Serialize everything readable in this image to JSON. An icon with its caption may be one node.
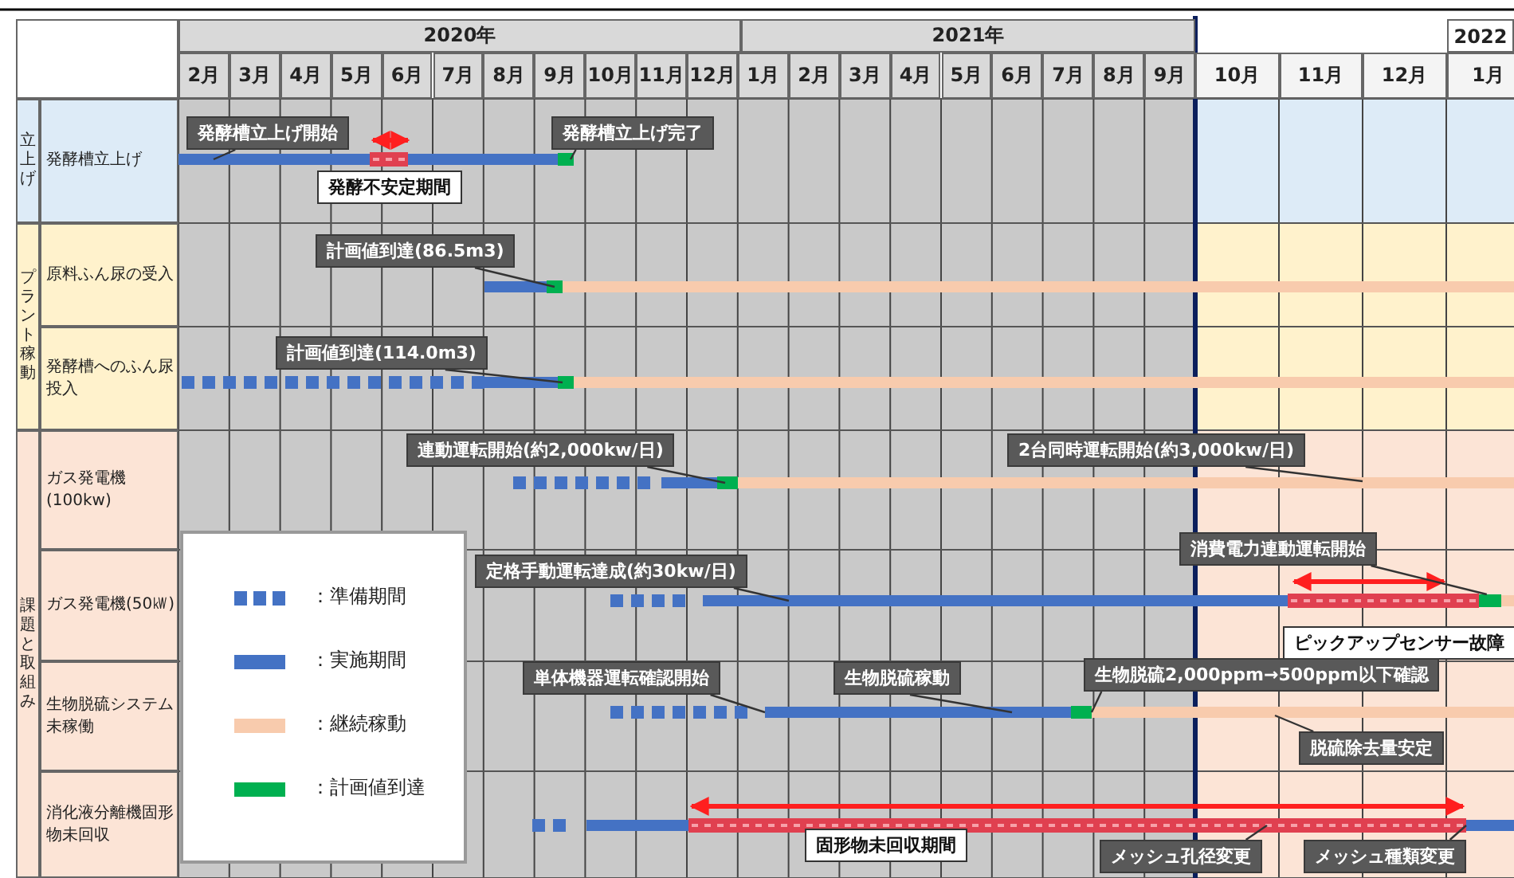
{
  "diagram": {
    "nodes": [
      {
        "text": [
          "発酵槽立上げ開始"
        ]
      },
      {
        "text": [
          "発酵槽立上げ完了"
        ]
      },
      {
        "text": [
          "発酵不安定期間"
        ]
      },
      {
        "text": [
          "計画値到達(86.5m3)"
        ]
      },
      {
        "text": [
          "計画値到達(114.0m3)"
        ]
      },
      {
        "text": [
          "連動運転開始(約2,000kw/日)"
        ]
      },
      {
        "text": [
          "2台同時運転開始(約3,000kw/日)"
        ]
      },
      {
        "text": [
          "定格手動運転達成(約30kw/日)"
        ]
      },
      {
        "text": [
          "消費電力連動運転開始"
        ]
      },
      {
        "text": [
          "ピックアップセンサー故障"
        ]
      },
      {
        "text": [
          "単体機器運転確認開始"
        ]
      },
      {
        "text": [
          "生物脱硫稼動"
        ]
      },
      {
        "text": [
          "生物脱硫2,000ppm→500ppm以下確認"
        ]
      },
      {
        "text": [
          "脱硫除去量安定"
        ]
      },
      {
        "text": [
          "固形物未回収期間"
        ]
      },
      {
        "text": [
          "メッシュ孔径変更"
        ]
      },
      {
        "text": [
          "メッシュ種類変更"
        ]
      },
      {
        "text": [],
        "shape": "bar"
      }
    ],
    "edges": [
      {
        "from": 0,
        "to": null,
        "arrow": "none"
      },
      {
        "from": 1,
        "to": null,
        "arrow": "none"
      },
      {
        "from": 3,
        "to": null,
        "arrow": "none"
      },
      {
        "from": 4,
        "to": null,
        "arrow": "none"
      },
      {
        "from": 5,
        "to": null,
        "arrow": "none"
      },
      {
        "from": 6,
        "to": null,
        "arrow": "none"
      },
      {
        "from": 7,
        "to": null,
        "arrow": "none"
      },
      {
        "from": 8,
        "to": 17,
        "arrow": "none"
      },
      {
        "from": 10,
        "to": null,
        "arrow": "none"
      },
      {
        "from": 11,
        "to": null,
        "arrow": "none"
      },
      {
        "from": 12,
        "to": null,
        "arrow": "none"
      },
      {
        "from": 13,
        "to": null,
        "arrow": "none"
      },
      {
        "from": 15,
        "to": null,
        "arrow": "none"
      },
      {
        "from": 16,
        "to": null,
        "arrow": "none"
      }
    ],
    "labels": [
      "2020年",
      "2021年",
      "2022",
      "2月",
      "3月",
      "4月",
      "5月",
      "6月",
      "7月",
      "8月",
      "9月",
      "10月",
      "11月",
      "12月",
      "1月",
      "2月",
      "3月",
      "4月",
      "5月",
      "6月",
      "7月",
      "8月",
      "9月",
      "10月",
      "11月",
      "12月",
      "1月",
      "立上げ",
      "発酵槽立上げ",
      "プラント稼動",
      "原料ふん尿の受入",
      "発酵槽へのふん尿投入",
      "課題と取組み",
      "ガス発電機(100kw)",
      "ガス発電機(50㎾)",
      "生物脱硫システム未稼働",
      "消化液分離機固形物未回収"
    ],
    "legend": [
      {
        "text": "：準備期間"
      },
      {
        "text": "：実施期間",
        "color": "#4472c4"
      },
      {
        "text": "：継続稼動",
        "color": "#f8cbad"
      },
      {
        "text": "：計画値到達",
        "color": "#00b050"
      }
    ]
  }
}
